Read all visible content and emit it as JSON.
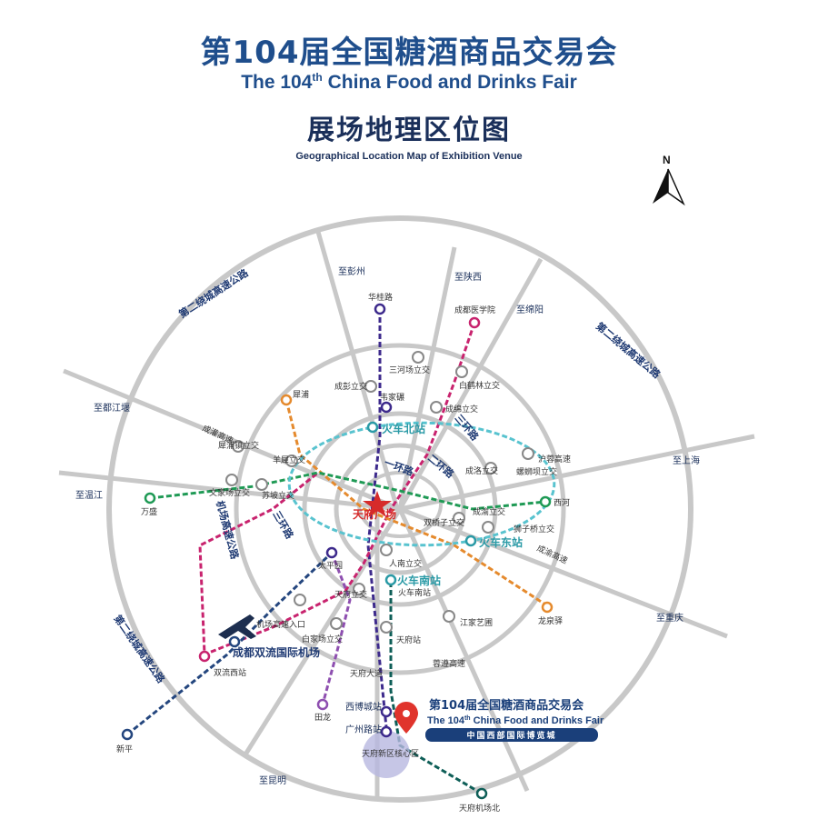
{
  "header": {
    "title_cn": "第104届全国糖酒商品交易会",
    "title_en_prefix": "The 104",
    "title_en_sup": "th",
    "title_en_suffix": " China Food and Drinks Fair",
    "subtitle_cn": "展场地理区位图",
    "subtitle_en": "Geographical Location Map of Exhibition Venue"
  },
  "compass": {
    "label": "N"
  },
  "ring_labels": {
    "outer_nw": "第二绕城高速公路",
    "outer_ne": "第二绕城高速公路",
    "outer_sw": "第二绕城高速公路",
    "ring3": "三环路",
    "ring3_w": "三环路",
    "ring2": "二环路",
    "ring1": "一环路",
    "airport_expwy": "机场高速公路"
  },
  "direction_labels": {
    "pengzhou": "至彭州",
    "shaanxi": "至陕西",
    "mianyang": "至绵阳",
    "dujiangyan": "至都江堰",
    "shanghai": "至上海",
    "wenjiang": "至温江",
    "chongqing": "至重庆",
    "kunming": "至昆明"
  },
  "interchanges": {
    "sanhechang": "三河场立交",
    "baiheilin": "白鹤林立交",
    "chengpeng": "成彭立交",
    "chengmian": "成绵立交",
    "chengguan": "成灌高速",
    "xipu": "犀浦镇立交",
    "yangxi": "羊犀立交",
    "wenjiachang": "文家场立交",
    "supo": "苏坡立交",
    "chengluo": "成洛立交",
    "huyu": "沪蓉高速",
    "luodai": "螺蛳坝立交",
    "chengyu": "成渝立交",
    "shuangqiaozi": "双桥子立交",
    "shiziqiao": "狮子桥立交",
    "chengyu_expwy": "成渝高速",
    "rennan": "人南立交",
    "tianfu": "天府立交",
    "airport_entry": "机场高速入口",
    "baijiachang": "白家场立交",
    "jiangjiayi": "江家艺圃",
    "tianfu_station": "天府站",
    "tianfu_ave": "天府大道",
    "chengya": "蓉遵高速"
  },
  "stations": {
    "huagui": "华桂路",
    "chengyi": "成都医学院",
    "xinan": "韦家碾",
    "xipu": "犀浦",
    "wanling": "万盛",
    "xihe": "西河",
    "longquanyi": "龙泉驿",
    "taipingyuan": "太平园",
    "shuangliu_xi": "双流西站",
    "xinping": "新平",
    "tianfu_airport_north": "天府机场北",
    "tianfu_new_district": "天府新区核心区",
    "xibo_cheng": "西博城站",
    "guangzhou_lu": "广州路站",
    "tianfu_square": "天府广场",
    "huoche_bei": "火车北站",
    "huoche_dong": "火车东站",
    "huoche_nan": "火车南站",
    "huoche_nan_small": "火车南站",
    "airport": "成都双流国际机场",
    "tianfu_small": "田龙"
  },
  "venue": {
    "name_cn": "第104届全国糖酒商品交易会",
    "name_en_prefix": "The 104",
    "name_en_sup": "th",
    "name_en_suffix": " China Food and Drinks Fair",
    "place": "中国西部国际博览城"
  },
  "colors": {
    "title_blue": "#1f4e8c",
    "ring_gray": "#c8c8c8",
    "line_purple": "#3d2a8c",
    "line_magenta": "#c8236e",
    "line_orange": "#e58a2d",
    "line_green": "#1f9a55",
    "line_cyan": "#58c3cf",
    "line_navy": "#24467e",
    "line_darkgreen": "#0e5e57",
    "line_violet": "#8e4fb0",
    "pin_red": "#e0342c",
    "venue_banner": "#1a3f7a"
  }
}
